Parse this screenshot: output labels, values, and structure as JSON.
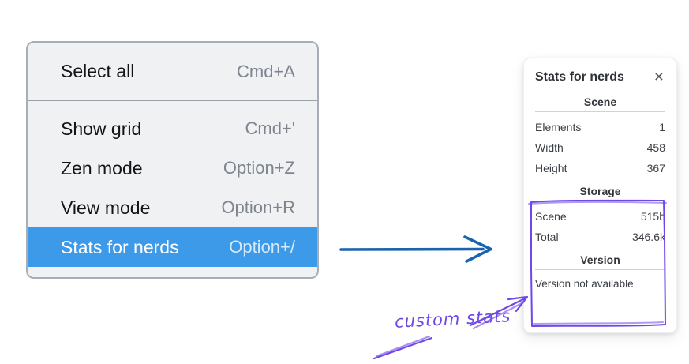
{
  "colors": {
    "menu_highlight": "#3d9ae8",
    "menu_background": "#f0f1f3",
    "menu_border": "#a7aeb8",
    "flow_arrow_blue": "#1b64ad",
    "annotation_purple": "#7048e8",
    "panel_background": "#ffffff",
    "shortcut_gray": "#7f8590"
  },
  "menu": {
    "items": [
      {
        "label": "Select all",
        "shortcut": "Cmd+A"
      },
      {
        "label": "Show grid",
        "shortcut": "Cmd+'"
      },
      {
        "label": "Zen mode",
        "shortcut": "Option+Z"
      },
      {
        "label": "View mode",
        "shortcut": "Option+R"
      },
      {
        "label": "Stats for nerds",
        "shortcut": "Option+/"
      }
    ]
  },
  "stats_panel": {
    "title": "Stats for nerds",
    "close_glyph": "×",
    "scene": {
      "header": "Scene",
      "rows": [
        {
          "label": "Elements",
          "value": "1"
        },
        {
          "label": "Width",
          "value": "458"
        },
        {
          "label": "Height",
          "value": "367"
        }
      ]
    },
    "storage": {
      "header": "Storage",
      "rows": [
        {
          "label": "Scene",
          "value": "515b"
        },
        {
          "label": "Total",
          "value": "346.6k"
        }
      ]
    },
    "version": {
      "header": "Version",
      "note": "Version not available"
    }
  },
  "annotation": {
    "label": "custom stats"
  }
}
